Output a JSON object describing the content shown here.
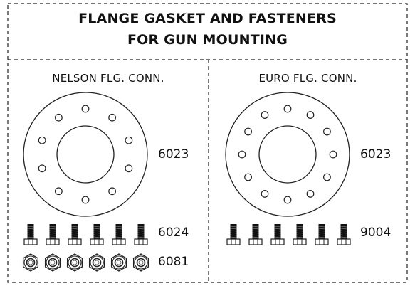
{
  "title": {
    "line1": "FLANGE GASKET AND FASTENERS",
    "line2": "FOR GUN MOUNTING"
  },
  "panels": [
    {
      "heading": "NELSON FLG. CONN.",
      "gasket_part": "6023",
      "bolts_part": "6024",
      "nuts_part": "6081",
      "bolt_holes": 10,
      "bolt_count": 6,
      "nut_count": 6
    },
    {
      "heading": "EURO FLG. CONN.",
      "gasket_part": "6023",
      "bolts_part": "9004",
      "bolt_holes": 12,
      "bolt_count": 6
    }
  ]
}
